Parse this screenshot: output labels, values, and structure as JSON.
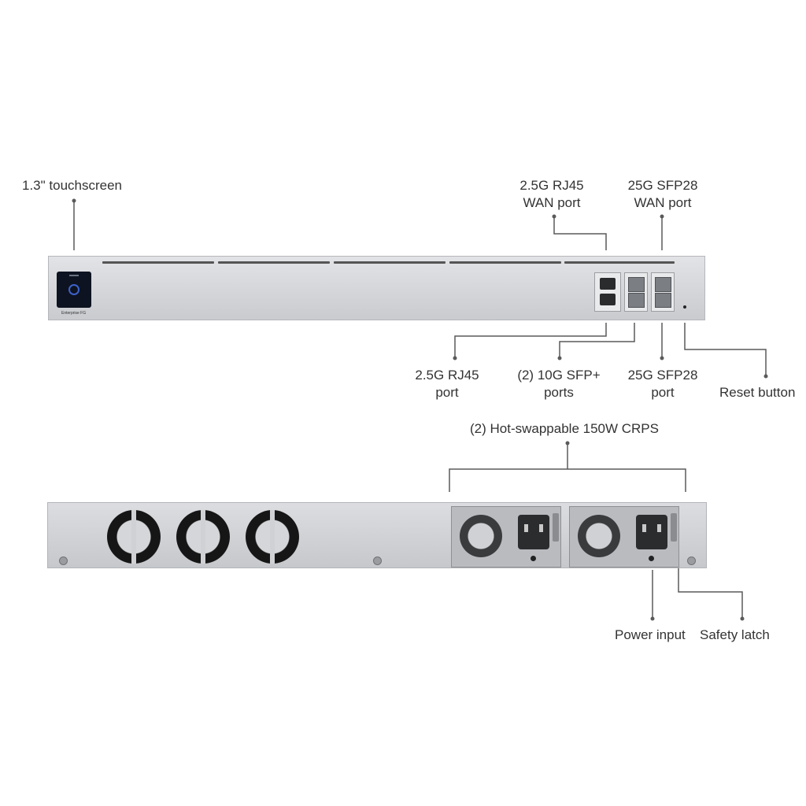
{
  "labels": {
    "touchscreen": "1.3\" touchscreen",
    "wan_rj45_l1": "2.5G RJ45",
    "wan_rj45_l2": "WAN port",
    "wan_sfp28_l1": "25G SFP28",
    "wan_sfp28_l2": "WAN port",
    "rj45_l1": "2.5G RJ45",
    "rj45_l2": "port",
    "sfp_plus_l1": "(2) 10G SFP+",
    "sfp_plus_l2": "ports",
    "sfp28_l1": "25G SFP28",
    "sfp28_l2": "port",
    "reset": "Reset button",
    "crps": "(2) Hot-swappable 150W CRPS",
    "power_input": "Power input",
    "safety_latch": "Safety latch"
  },
  "device": {
    "brand_text": "Enterprise FG"
  },
  "colors": {
    "chassis": "#d3d5d8",
    "callout_line": "#555555",
    "touchscreen_accent": "#3d63c9"
  }
}
